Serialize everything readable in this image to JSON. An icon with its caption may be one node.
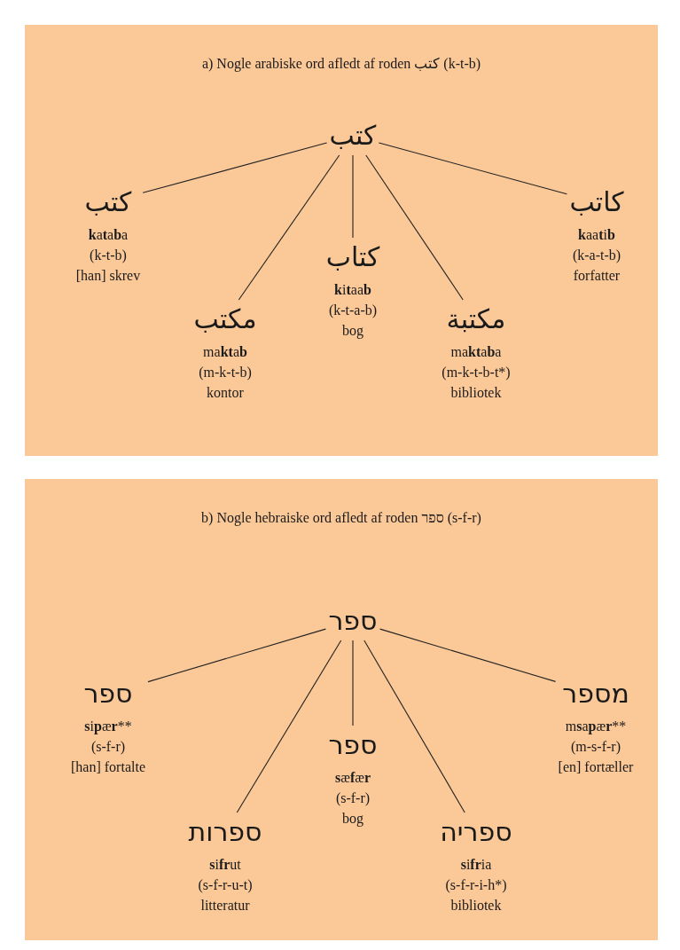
{
  "diagram": {
    "nodes": [
      {
        "text": [
          "a) Nogle arabiske ord afledt af roden كتب (k-t-b)"
        ]
      },
      {
        "text": [
          "كتب"
        ],
        "in": 0
      },
      {
        "text": [
          "كتب",
          "**k**a**t**a**b**a",
          "(k-t-b)",
          "[han] skrev"
        ],
        "in": 0
      },
      {
        "text": [
          "مكتب",
          "ma**kt**a**b**",
          "(m-k-t-b)",
          "kontor"
        ],
        "in": 0
      },
      {
        "text": [
          "كتاب",
          "**k**i**t**aa**b**",
          "(k-t-a-b)",
          "bog"
        ],
        "in": 0
      },
      {
        "text": [
          "مكتبة",
          "ma**kt**a**b**a",
          "(m-k-t-b-t*)",
          "bibliotek"
        ],
        "in": 0
      },
      {
        "text": [
          "كاتب",
          "**k**aa**t**i**b**",
          "(k-a-t-b)",
          "forfatter"
        ],
        "in": 0
      },
      {
        "text": [
          "b) Nogle hebraiske ord afledt af roden ספר (s-f-r)"
        ]
      },
      {
        "text": [
          "ספר"
        ],
        "in": 7
      },
      {
        "text": [
          "ספר",
          "**s**i**p**æ**r****",
          "(s-f-r)",
          "[han] fortalte"
        ],
        "in": 7
      },
      {
        "text": [
          "ספרות",
          "**s**i**fr**ut",
          "(s-f-r-u-t)",
          "litteratur"
        ],
        "in": 7
      },
      {
        "text": [
          "ספר",
          "**s**æ**f**æ**r**",
          "(s-f-r)",
          "bog"
        ],
        "in": 7
      },
      {
        "text": [
          "ספריה",
          "**s**i**fr**ia",
          "(s-f-r-i-h*)",
          "bibliotek"
        ],
        "in": 7
      },
      {
        "text": [
          "מספר",
          "m**s**a**p**æ**r****",
          "(m-s-f-r)",
          "[en] fortæller"
        ],
        "in": 7
      }
    ],
    "edges": [
      {
        "from": 1,
        "to": 2,
        "arrow": "none"
      },
      {
        "from": 1,
        "to": 3,
        "arrow": "none"
      },
      {
        "from": 1,
        "to": 4,
        "arrow": "none"
      },
      {
        "from": 1,
        "to": 5,
        "arrow": "none"
      },
      {
        "from": 1,
        "to": 6,
        "arrow": "none"
      },
      {
        "from": 8,
        "to": 9,
        "arrow": "none"
      },
      {
        "from": 8,
        "to": 10,
        "arrow": "none"
      },
      {
        "from": 8,
        "to": 11,
        "arrow": "none"
      },
      {
        "from": 8,
        "to": 12,
        "arrow": "none"
      },
      {
        "from": 8,
        "to": 13,
        "arrow": "none"
      }
    ]
  }
}
